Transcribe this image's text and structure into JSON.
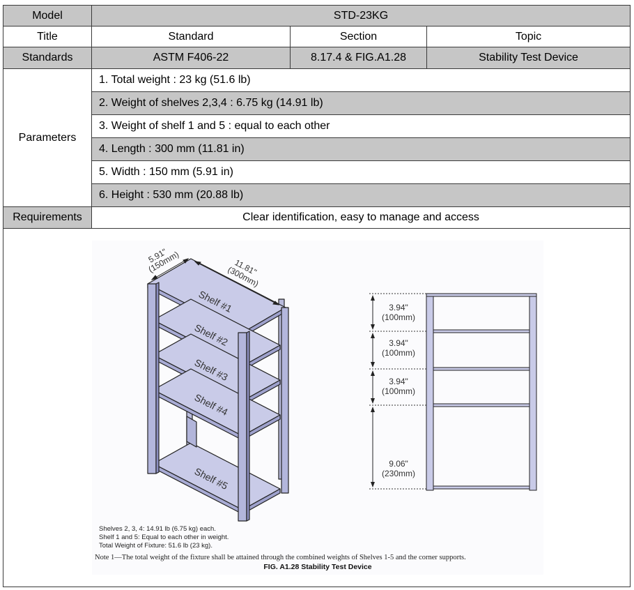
{
  "model": {
    "label": "Model",
    "value": "STD-23KG"
  },
  "header": {
    "title": "Title",
    "standard": "Standard",
    "section": "Section",
    "topic": "Topic"
  },
  "standards": {
    "label": "Standards",
    "standard": "ASTM F406-22",
    "section": "8.17.4 & FIG.A1.28",
    "topic": "Stability Test Device"
  },
  "parameters": {
    "label": "Parameters",
    "items": [
      "1.  Total weight : 23 kg (51.6 lb)",
      "2.  Weight of shelves 2,3,4 : 6.75 kg (14.91 lb)",
      "3.  Weight of shelf 1 and 5 : equal to each other",
      "4.  Length : 300 mm (11.81 in)",
      "5.  Width : 150 mm (5.91 in)",
      "6.  Height : 530 mm (20.88 lb)"
    ]
  },
  "requirements": {
    "label": "Requirements",
    "value": "Clear identification, easy to manage and access"
  },
  "figure": {
    "shelf_labels": [
      "Shelf #1",
      "Shelf #2",
      "Shelf #3",
      "Shelf #4",
      "Shelf #5"
    ],
    "width_dim": {
      "in": "5.91\"",
      "mm": "(150mm)"
    },
    "length_dim": {
      "in": "11.81\"",
      "mm": "(300mm)"
    },
    "side_dims": [
      {
        "in": "3.94\"",
        "mm": "(100mm)"
      },
      {
        "in": "3.94\"",
        "mm": "(100mm)"
      },
      {
        "in": "3.94\"",
        "mm": "(100mm)"
      },
      {
        "in": "9.06\"",
        "mm": "(230mm)"
      }
    ],
    "captions": [
      "Shelves 2, 3, 4: 14.91 lb (6.75 kg) each.",
      "Shelf 1 and 5: Equal to each other in weight.",
      "Total Weight of Fixture: 51.6 lb (23 kg)."
    ],
    "note": "Note 1—The total weight of the fixture shall be attained through the combined weights of Shelves 1-5 and the corner supports.",
    "title": "FIG. A1.28 Stability Test Device",
    "colors": {
      "shelf_fill": "#c9cbe8",
      "outline": "#222222",
      "table_gray": "#c6c6c6"
    }
  }
}
